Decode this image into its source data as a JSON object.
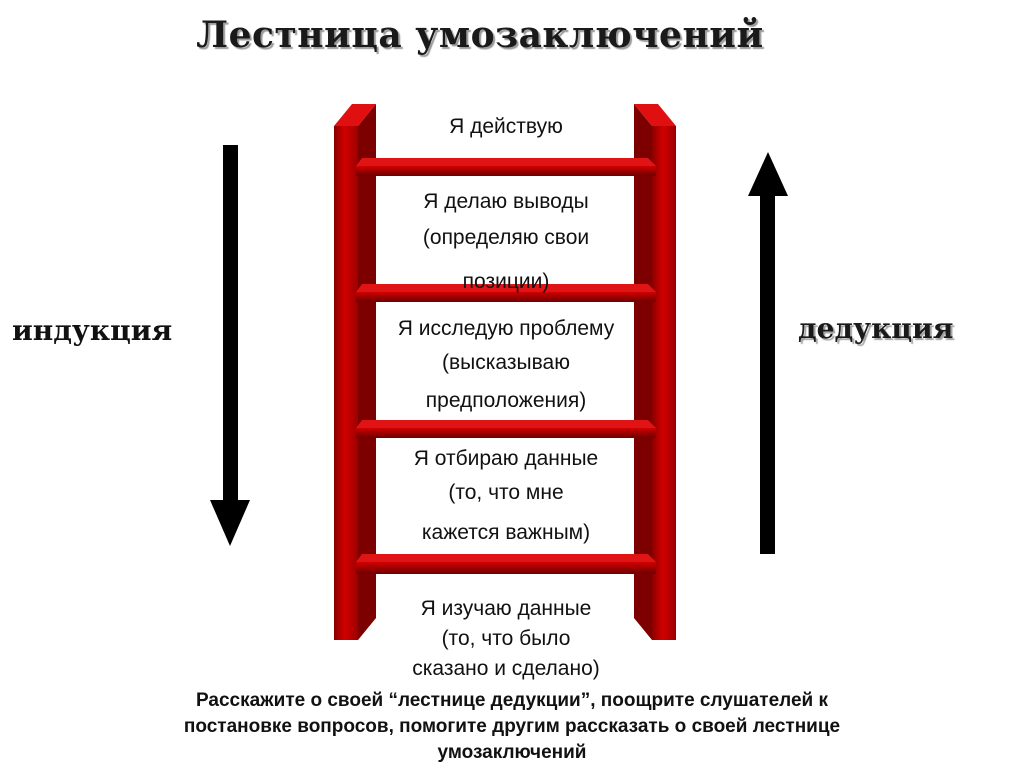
{
  "title": "Лестница умозаключений",
  "left_label": "индукция",
  "right_label": "дедукция",
  "steps": [
    {
      "lines": [
        "Я действую"
      ]
    },
    {
      "lines": [
        "Я делаю выводы",
        "(определяю свои",
        "позиции)"
      ]
    },
    {
      "lines": [
        "Я исследую проблему",
        "(высказываю",
        "предположения)"
      ]
    },
    {
      "lines": [
        "Я отбираю данные",
        "(то, что мне",
        "кажется важным)"
      ]
    },
    {
      "lines": [
        "Я изучаю данные",
        "(то, что было",
        "сказано и сделано)"
      ]
    }
  ],
  "footer": {
    "lines": [
      "Расскажите о своей “лестнице дедукции”, поощрите слушателей к",
      "постановке вопросов,  помогите другим рассказать о своей лестнице",
      "умозаключений"
    ]
  },
  "colors": {
    "ladder": "#c00000",
    "ladder_dark": "#7a0000",
    "arrow": "#000000"
  }
}
